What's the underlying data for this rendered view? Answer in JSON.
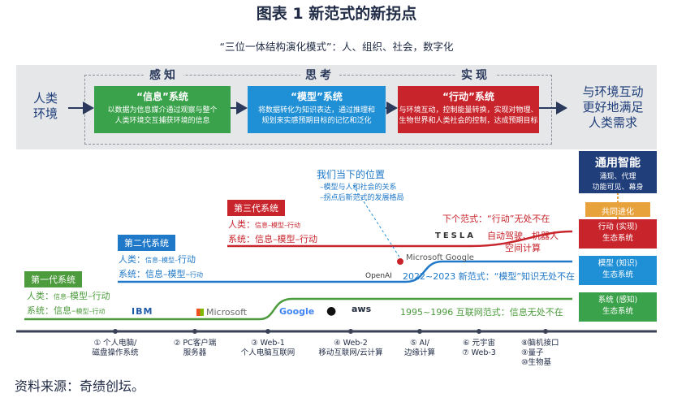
{
  "title": "图表 1 新范式的新拐点",
  "subtitle": "“三位一体结构演化模式”：人、组织、社会，数字化",
  "phases": {
    "perceive": "感知",
    "think": "思考",
    "act": "实现"
  },
  "left_label": "人类\n环境",
  "right_label": "与环境互动\n更好地满足\n人类需求",
  "systems": [
    {
      "title": "“信息”系统",
      "desc": "以数据为信息媒介通过观察与整个\n人类环境交互捕获环境的信息",
      "color": "#3aa24a"
    },
    {
      "title": "“模型”系统",
      "desc": "将数据转化为知识表达，通过推理和\n规划来实感预期目标的记忆和泛化",
      "color": "#1f8fd6"
    },
    {
      "title": "“行动”系统",
      "desc": "与环境互动，控制能量转换，实现对物理、\n生物世界和人类社会的控制，达成预期目标",
      "color": "#c8242c"
    }
  ],
  "generations": [
    {
      "name": "第一代系统",
      "line1_a": "人类：",
      "line1_b": "信息–",
      "line1_c": "模型–行动",
      "line2_a": "系统：信息–",
      "line2_b": "模型–行动"
    },
    {
      "name": "第二代系统",
      "line1_a": "人类：",
      "line1_b": "信息–模型–",
      "line1_c": "行动",
      "line2_a": "系统：信息–模型–",
      "line2_b": "行动"
    },
    {
      "name": "第三代系统",
      "line1_a": "人类：",
      "line1_b": "信息–模型–行动",
      "line2_a": "系统：信息–模型–行动"
    }
  ],
  "position_callout": {
    "title": "我们当下的位置",
    "line1": "–模型与人和社会的关系",
    "line2": "–拐点后新范式的发展格局"
  },
  "paradigms": {
    "next": "下个范式：“行动”无处不在",
    "next_detail": "自动驾驶、机器人\n空间计算",
    "current": "2022~2023 新范式：“模型”知识无处不在",
    "internet": "1995~1996 互联网范式：信息无处不在"
  },
  "logos": {
    "ibm": "IBM",
    "microsoft1": "Microsoft",
    "google1": "Google",
    "aws": "aws",
    "openai": "OpenAI",
    "microsoft_google": "Microsoft Google",
    "tesla": "TESLA"
  },
  "stack": {
    "agi_title": "通用智能",
    "agi_desc": "涌现、代理\n功能可见、幕身",
    "coevolve": "共同进化",
    "act_eco": "行动 (实现)\n生态系统",
    "model_eco": "模型 (知识)\n生态系统",
    "sys_eco": "系统 (感知)\n生态系统"
  },
  "timeline": [
    "① 个人电脑/\n磁盘操作系统",
    "② PC客户端\n服务器",
    "③ Web-1\n个人电脑互联网",
    "④ Web-2\n移动互联网/云计算",
    "⑤ AI/\n边缘计算",
    "⑥ 元宇宙\n⑦ Web-3",
    "⑧脑机接口\n⑨量子\n⑩生物基"
  ],
  "source": "资料来源：奇绩创坛。",
  "colors": {
    "green": "#4c9b3c",
    "blue": "#1f78c8",
    "red": "#c8242c",
    "navy": "#1f3e7a"
  }
}
